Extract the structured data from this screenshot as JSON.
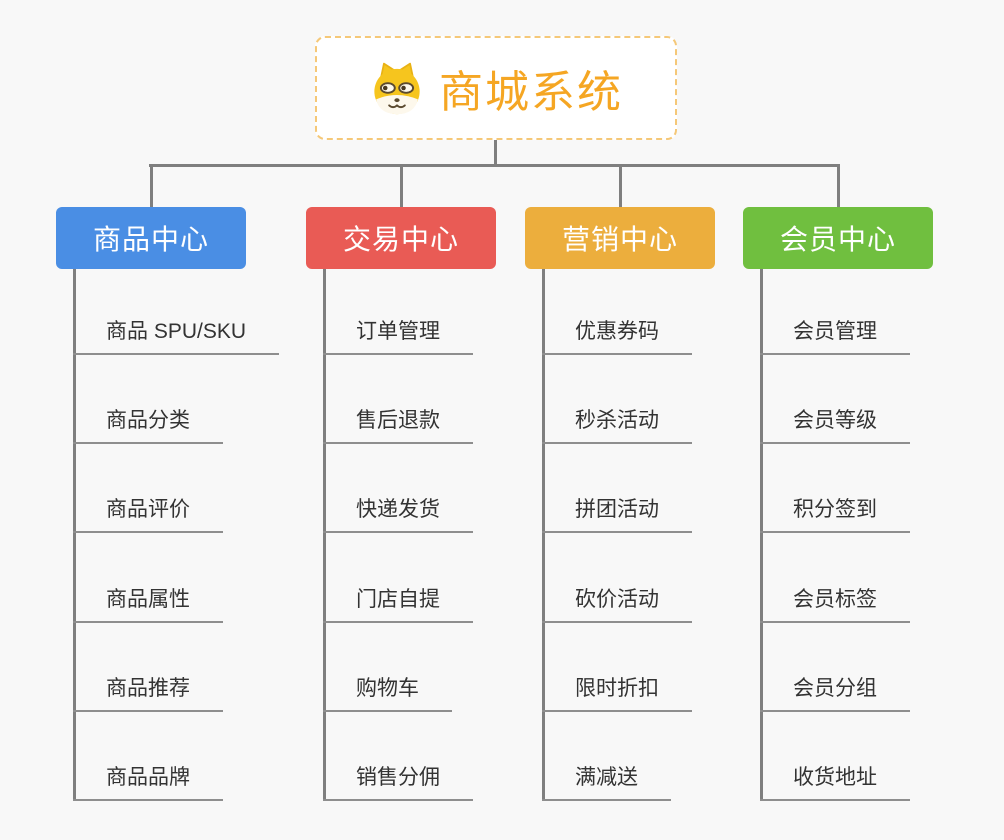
{
  "root": {
    "label": "商城系统",
    "icon": "dog-face-icon",
    "text_color": "#f5a623",
    "border_color": "#f5c878"
  },
  "branches": [
    {
      "label": "商品中心",
      "color": "#4a8ee4",
      "children": [
        "商品 SPU/SKU",
        "商品分类",
        "商品评价",
        "商品属性",
        "商品推荐",
        "商品品牌"
      ]
    },
    {
      "label": "交易中心",
      "color": "#e95b55",
      "children": [
        "订单管理",
        "售后退款",
        "快递发货",
        "门店自提",
        "购物车",
        "销售分佣"
      ]
    },
    {
      "label": "营销中心",
      "color": "#ecae3d",
      "children": [
        "优惠券码",
        "秒杀活动",
        "拼团活动",
        "砍价活动",
        "限时折扣",
        "满减送"
      ]
    },
    {
      "label": "会员中心",
      "color": "#70bf3f",
      "children": [
        "会员管理",
        "会员等级",
        "积分签到",
        "会员标签",
        "会员分组",
        "收货地址"
      ]
    }
  ],
  "connector_color": "#7f7f7f",
  "underline_color": "#8e8e8e",
  "background_color": "#f8f8f8"
}
